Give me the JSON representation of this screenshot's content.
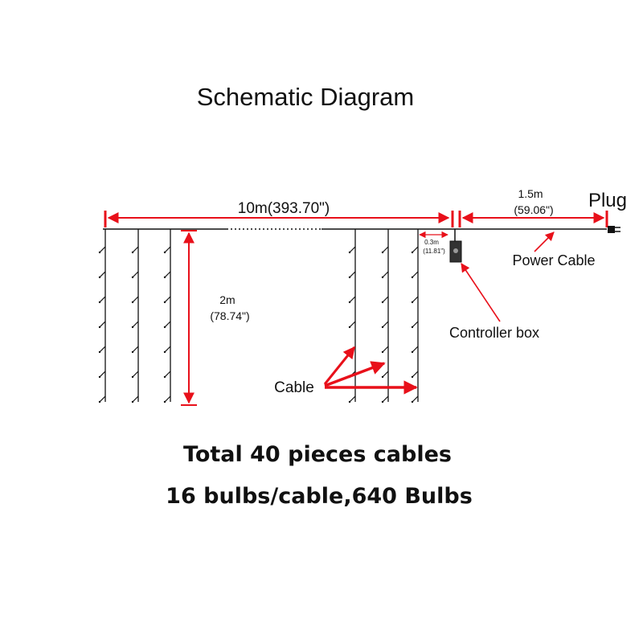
{
  "title": "Schematic Diagram",
  "dimensions": {
    "width_label": "10m(393.70\")",
    "height_label_m": "2m",
    "height_label_in": "(78.74\")",
    "spacing_label_m": "0.3m",
    "spacing_label_in": "(11.81\")",
    "power_length_m": "1.5m",
    "power_length_in": "(59.06\")"
  },
  "labels": {
    "plug": "Plug",
    "power_cable": "Power Cable",
    "controller_box": "Controller box",
    "cable": "Cable"
  },
  "footer": {
    "line1": "Total 40 pieces cables",
    "line2": "16 bulbs/cable,640 Bulbs"
  },
  "colors": {
    "dimension": "#e8101a",
    "line": "#111111",
    "box": "#333333"
  }
}
